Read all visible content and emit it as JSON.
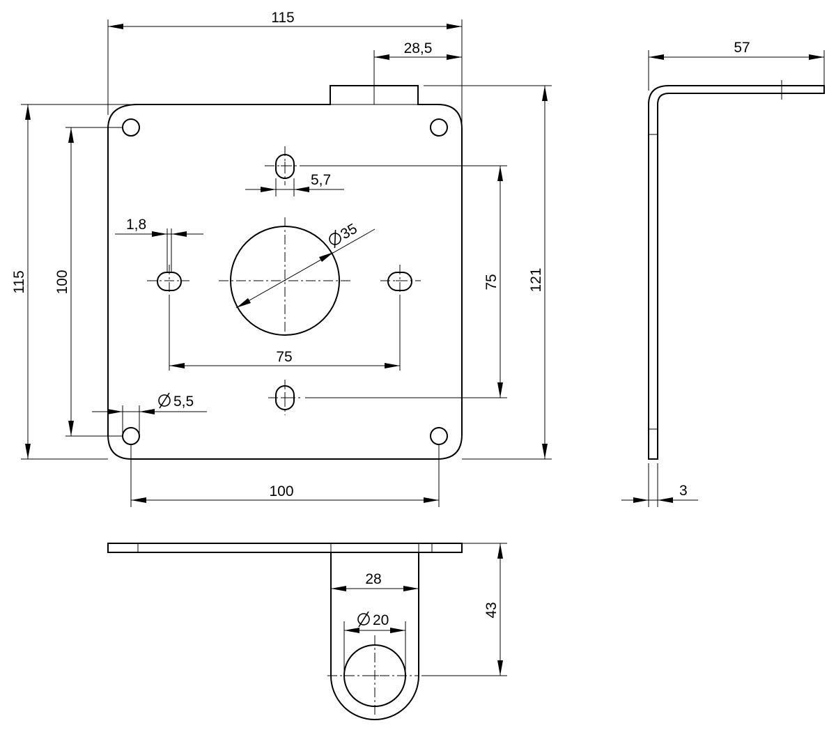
{
  "dimensions": {
    "plate_width_top": "115",
    "tab_offset": "28,5",
    "plate_height_left": "115",
    "hole_spacing_vertical_outer": "100",
    "total_height_right": "121",
    "slot_spacing_vertical": "75",
    "slot_spacing_horizontal": "75",
    "hole_spacing_horizontal_bottom": "100",
    "slot_width": "5,7",
    "slot_travel": "1,8",
    "center_hole_diameter": "35",
    "mount_hole_diameter": "5,5",
    "flange_depth": "57",
    "thickness": "3",
    "tab_width": "28",
    "tab_hole_diameter": "20",
    "tab_height": "43"
  },
  "symbols": {
    "diameter": "diameter-symbol"
  },
  "colors": {
    "line": "#000000",
    "background": "#ffffff"
  }
}
